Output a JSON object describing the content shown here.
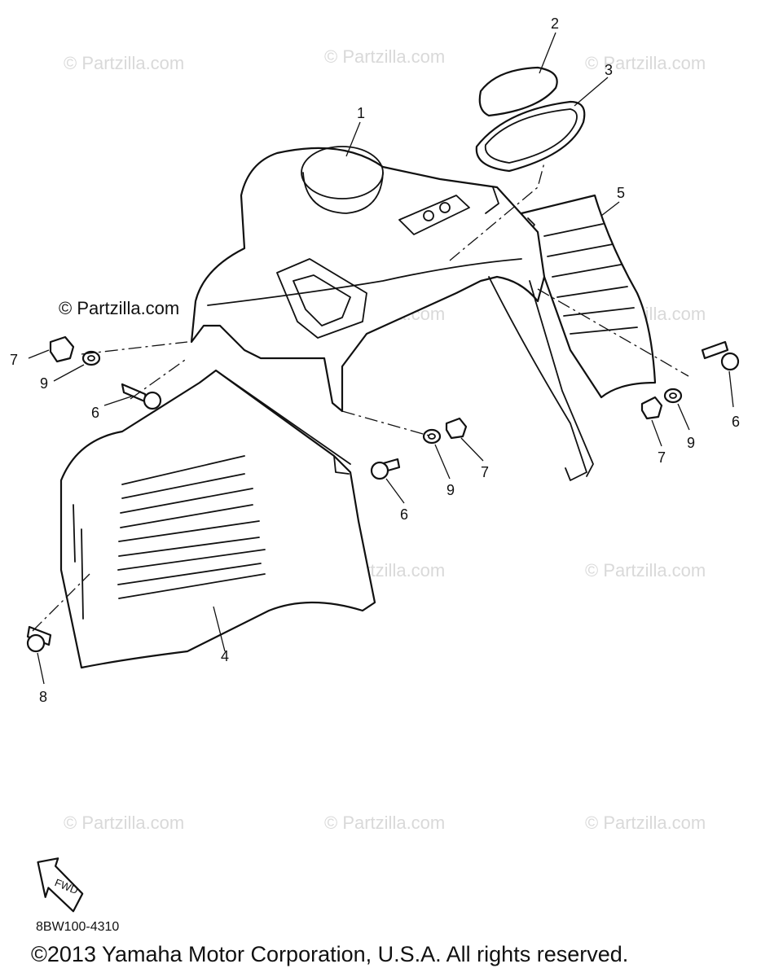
{
  "watermarks": {
    "text": "© Partzilla.com"
  },
  "callouts": {
    "c1": "1",
    "c2": "2",
    "c3": "3",
    "c4": "4",
    "c5": "5",
    "c6a": "6",
    "c6b": "6",
    "c6c": "6",
    "c7a": "7",
    "c7b": "7",
    "c7c": "7",
    "c8": "8",
    "c9a": "9",
    "c9b": "9",
    "c9c": "9"
  },
  "fwd_label": "FWD",
  "diagram_code": "8BW100-4310",
  "copyright": "©2013  Yamaha Motor Corporation, U.S.A. All rights reserved.",
  "colors": {
    "line": "#111111",
    "watermark": "#d9d9d9",
    "background": "#ffffff"
  }
}
